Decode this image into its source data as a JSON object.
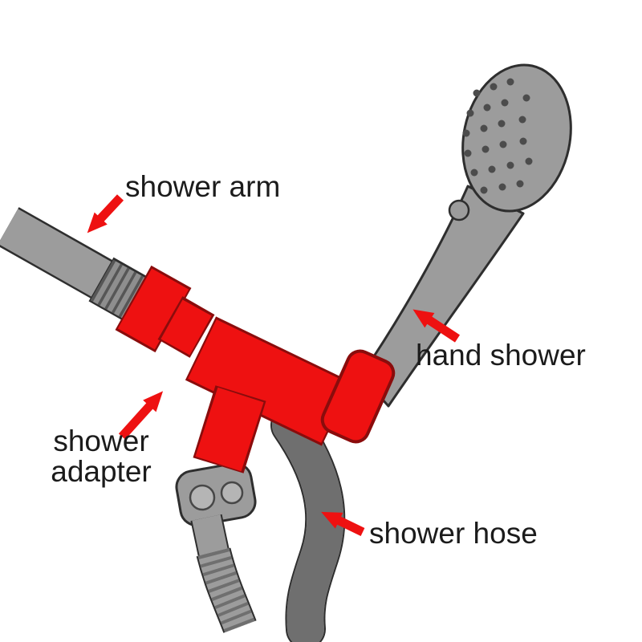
{
  "colors": {
    "bg": "#ffffff",
    "gray": "#9c9c9c",
    "graydark": "#6f6f6f",
    "graylight": "#b5b5b5",
    "outline": "#2e2e2e",
    "red": "#ee1111",
    "reddark": "#8a0c0c",
    "text": "#1b1b1b"
  },
  "labels": {
    "shower_arm": "shower arm",
    "hand_shower": "hand shower",
    "adapter_line1": "shower",
    "adapter_line2": "adapter",
    "shower_hose": "shower hose"
  }
}
